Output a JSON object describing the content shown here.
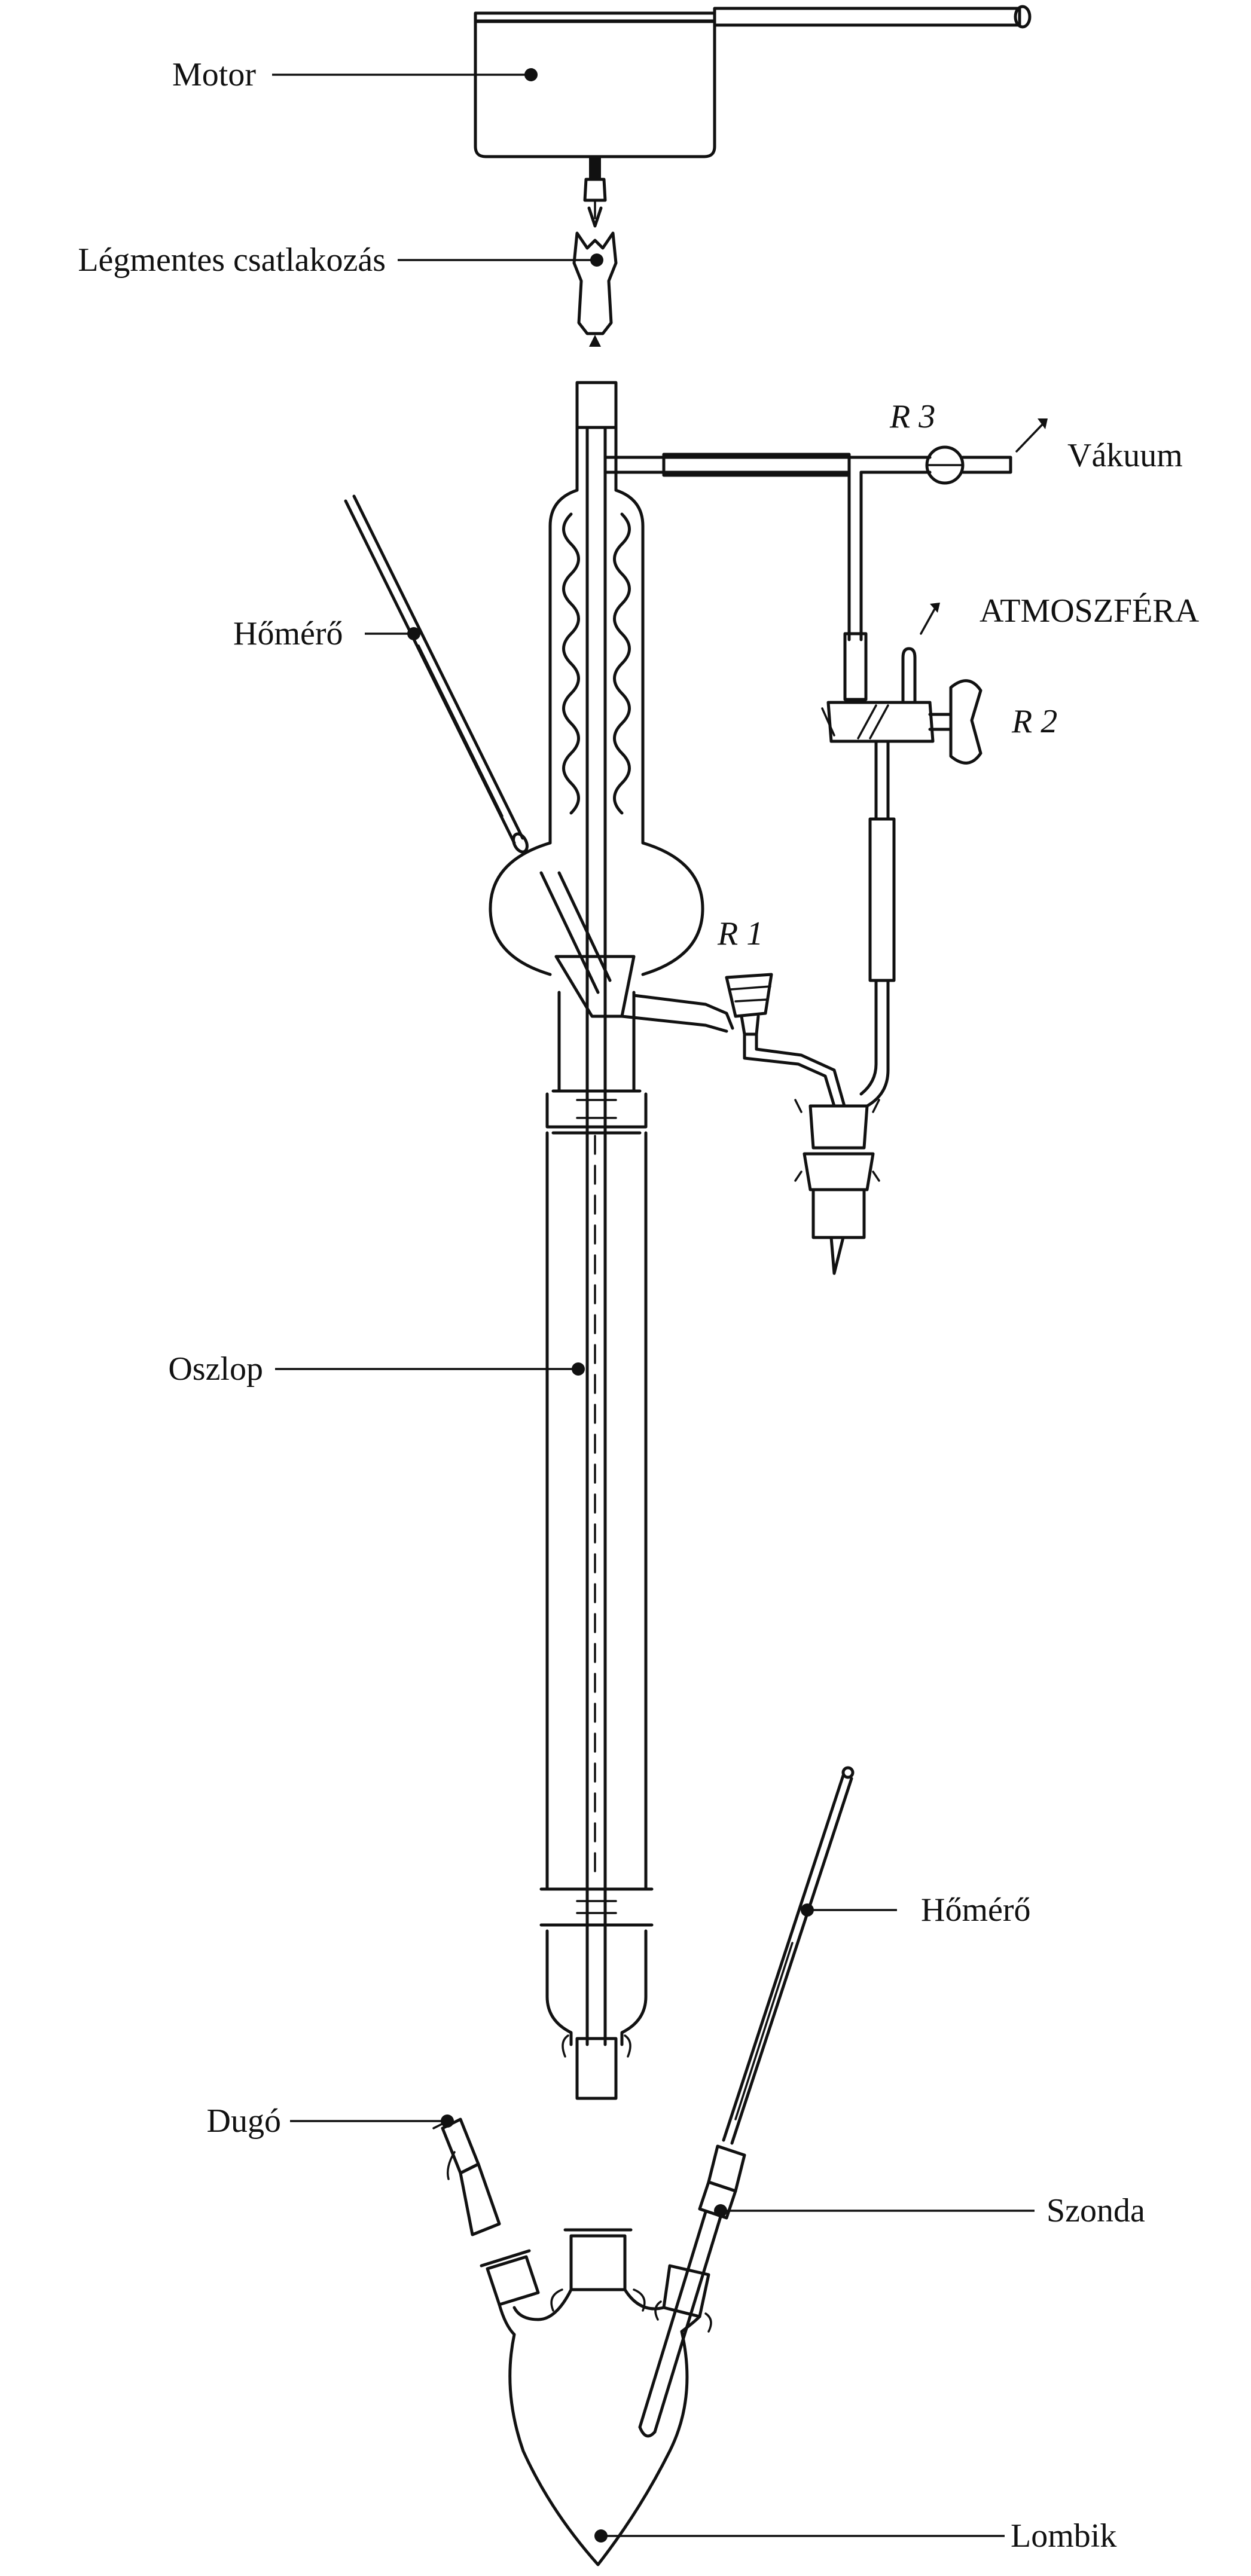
{
  "labels": {
    "motor": "Motor",
    "airtight_joint": "Légmentes csatlakozás",
    "thermometer_top": "Hőmérő",
    "column": "Oszlop",
    "stopper": "Dugó",
    "thermometer_bottom": "Hőmérő",
    "probe": "Szonda",
    "flask": "Lombik",
    "vacuum": "Vákuum",
    "atmosphere": "ATMOSZFÉRA",
    "r1": "R 1",
    "r2": "R 2",
    "r3": "R 3"
  }
}
